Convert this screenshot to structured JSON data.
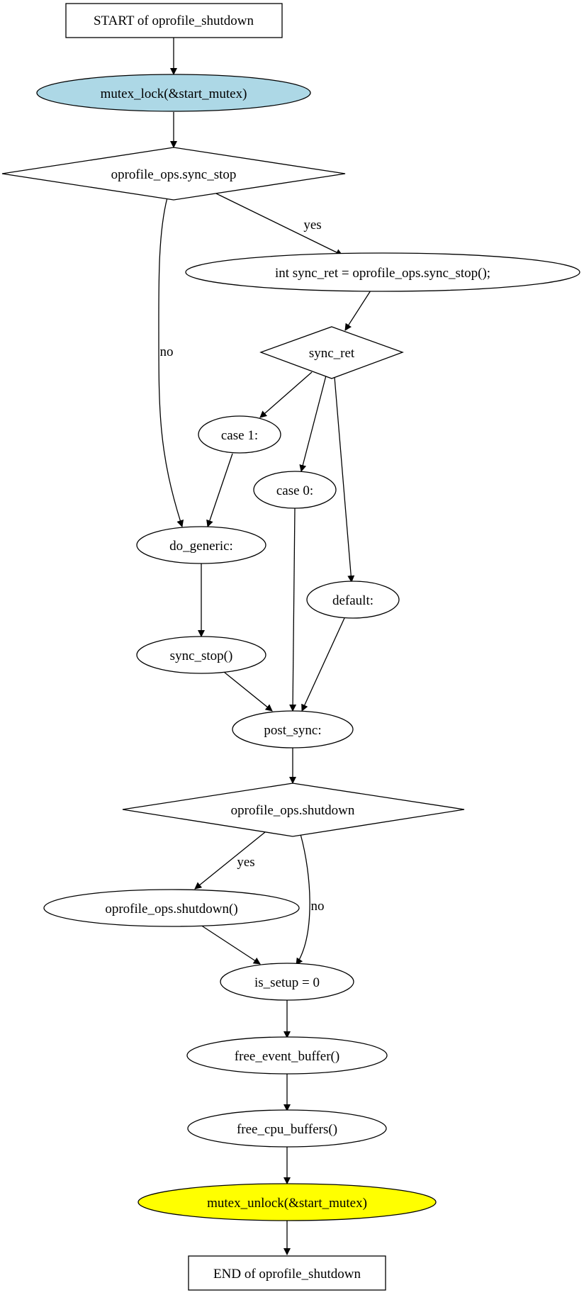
{
  "diagram": {
    "nodes": {
      "start": {
        "text": "START of oprofile_shutdown",
        "shape": "box"
      },
      "mutex_lock": {
        "text": "mutex_lock(&start_mutex)",
        "shape": "ellipse",
        "fill": "#add8e6"
      },
      "sync_stop_check": {
        "text": "oprofile_ops.sync_stop",
        "shape": "diamond"
      },
      "sync_ret_assign": {
        "text": "int sync_ret = oprofile_ops.sync_stop();",
        "shape": "ellipse"
      },
      "sync_ret": {
        "text": "sync_ret",
        "shape": "diamond"
      },
      "case1": {
        "text": "case 1:",
        "shape": "ellipse"
      },
      "case0": {
        "text": "case 0:",
        "shape": "ellipse"
      },
      "do_generic": {
        "text": "do_generic:",
        "shape": "ellipse"
      },
      "default": {
        "text": "default:",
        "shape": "ellipse"
      },
      "sync_stop_call": {
        "text": "sync_stop()",
        "shape": "ellipse"
      },
      "post_sync": {
        "text": "post_sync:",
        "shape": "ellipse"
      },
      "shutdown_check": {
        "text": "oprofile_ops.shutdown",
        "shape": "diamond"
      },
      "shutdown_call": {
        "text": "oprofile_ops.shutdown()",
        "shape": "ellipse"
      },
      "is_setup": {
        "text": "is_setup = 0",
        "shape": "ellipse"
      },
      "free_event": {
        "text": "free_event_buffer()",
        "shape": "ellipse"
      },
      "free_cpu": {
        "text": "free_cpu_buffers()",
        "shape": "ellipse"
      },
      "mutex_unlock": {
        "text": "mutex_unlock(&start_mutex)",
        "shape": "ellipse",
        "fill": "#ffff00"
      },
      "end": {
        "text": "END of oprofile_shutdown",
        "shape": "box"
      }
    },
    "edge_labels": {
      "sync_yes": "yes",
      "sync_no": "no",
      "shutdown_yes": "yes",
      "shutdown_no": "no"
    }
  }
}
